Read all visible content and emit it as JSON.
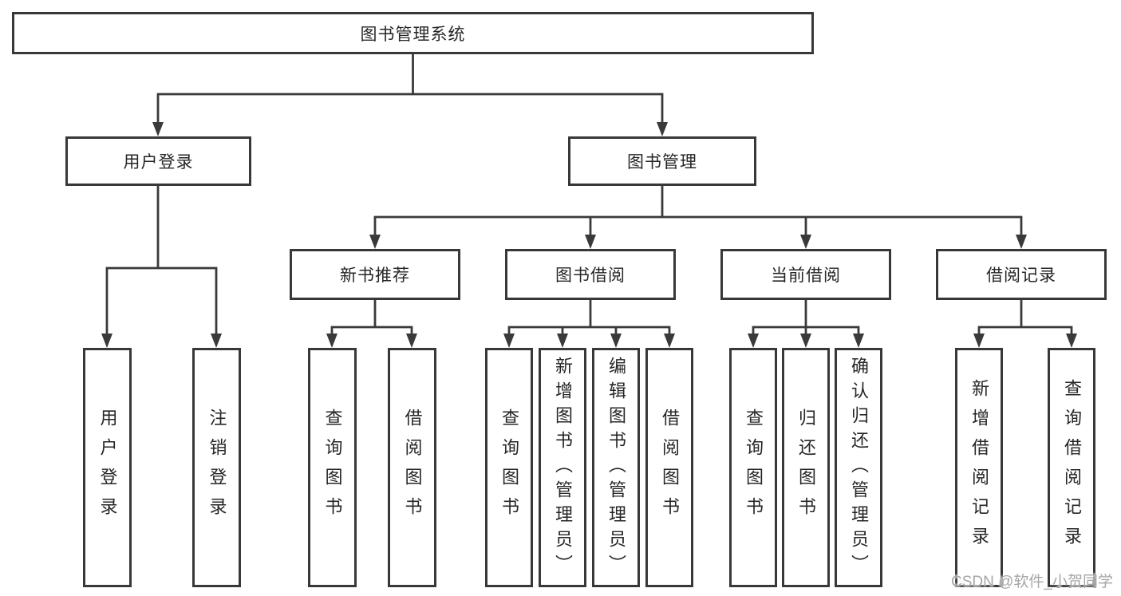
{
  "root": {
    "label": "图书管理系统"
  },
  "branches": [
    {
      "label": "用户登录",
      "children": [
        {
          "label": "用户登录"
        },
        {
          "label": "注销登录"
        }
      ]
    },
    {
      "label": "图书管理",
      "children": [
        {
          "label": "新书推荐",
          "children": [
            {
              "label": "查询图书"
            },
            {
              "label": "借阅图书"
            }
          ]
        },
        {
          "label": "图书借阅",
          "children": [
            {
              "label": "查询图书"
            },
            {
              "label": "新增图书（管理员）"
            },
            {
              "label": "编辑图书（管理员）"
            },
            {
              "label": "借阅图书"
            }
          ]
        },
        {
          "label": "当前借阅",
          "children": [
            {
              "label": "查询图书"
            },
            {
              "label": "归还图书"
            },
            {
              "label": "确认归还（管理员）"
            }
          ]
        },
        {
          "label": "借阅记录",
          "children": [
            {
              "label": "新增借阅记录"
            },
            {
              "label": "查询借阅记录"
            }
          ]
        }
      ]
    }
  ],
  "watermark": {
    "text": "CSDN @软件_小贺同学"
  },
  "colors": {
    "line": "#3a3a3a",
    "border": "#383838",
    "text": "#262626",
    "watermark": "#a6a6a6",
    "background": "#ffffff"
  }
}
